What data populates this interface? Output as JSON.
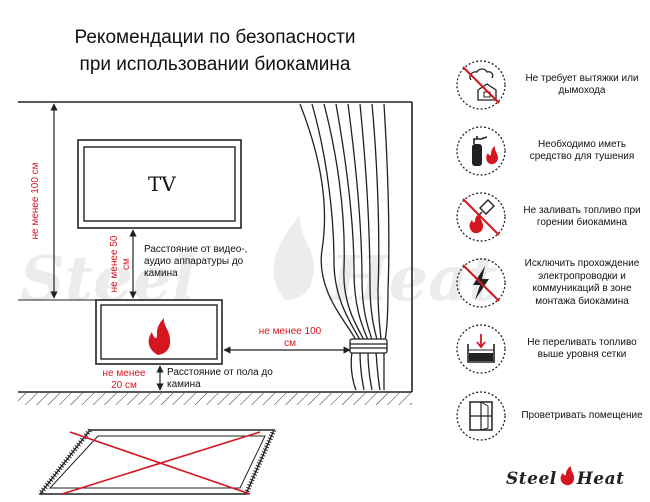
{
  "title": {
    "line1": "Рекомендации по безопасности",
    "line2": "при использовании биокамина"
  },
  "diagram": {
    "tv_label": "TV",
    "wall_height_label": "не менее 100 см",
    "tv_gap_label": "не менее 50 см",
    "tv_gap_desc": "Расстояние от видео-, аудио аппаратуры до камина",
    "curtain_gap_label": "не менее 100 см",
    "floor_gap_label": "не менее 20 см",
    "floor_gap_desc": "Расстояние от пола до камина"
  },
  "watermark": "Steel Heat",
  "recommendations": [
    {
      "icon": "no-chimney-icon",
      "text": "Не требует вытяжки или дымохода"
    },
    {
      "icon": "fire-extinguisher-icon",
      "text": "Необходимо иметь средство для тушения"
    },
    {
      "icon": "no-refuel-while-burning-icon",
      "text": "Не заливать топливо при горении биокамина"
    },
    {
      "icon": "no-electrical-wiring-icon",
      "text": "Исключить прохождение электропроводки и коммуникаций в зоне монтажа биокамина"
    },
    {
      "icon": "no-overfill-icon",
      "text": "Не переливать топливо выше уровня сетки"
    },
    {
      "icon": "ventilate-room-icon",
      "text": "Проветривать помещение"
    }
  ],
  "brand": {
    "part1": "Steel",
    "part2": "Heat"
  },
  "colors": {
    "accent": "#d4171f",
    "line": "#222222",
    "watermark": "#e9e9e9"
  }
}
